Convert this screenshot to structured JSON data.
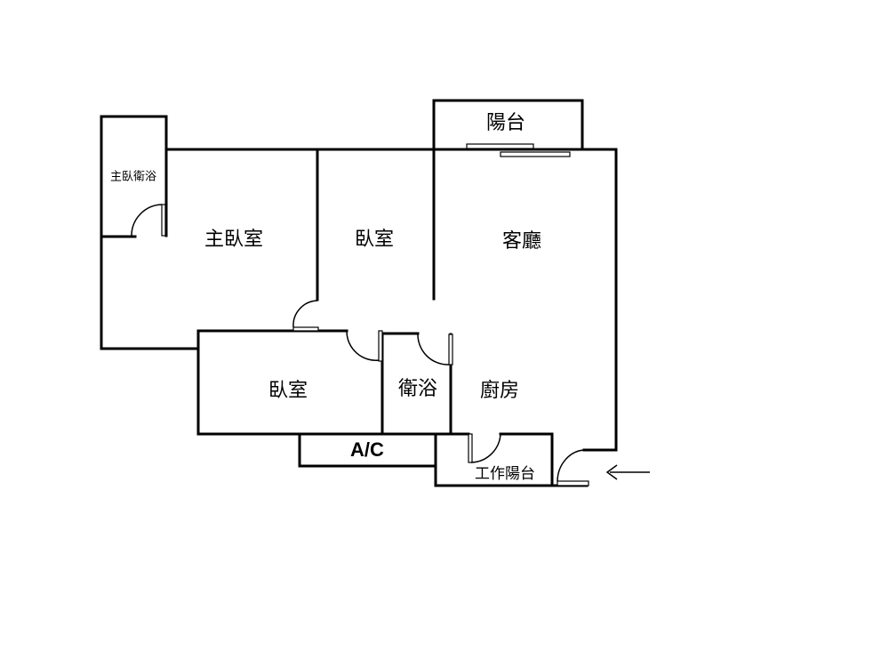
{
  "rooms": {
    "balcony": "陽台",
    "master_bath": "主臥衛浴",
    "master_bedroom": "主臥室",
    "bedroom_1": "臥室",
    "living_room": "客廳",
    "bedroom_2": "臥室",
    "bathroom": "衛浴",
    "kitchen": "廚房",
    "ac": "A/C",
    "utility_balcony": "工作陽台"
  },
  "entrance_arrow": "entrance-arrow"
}
